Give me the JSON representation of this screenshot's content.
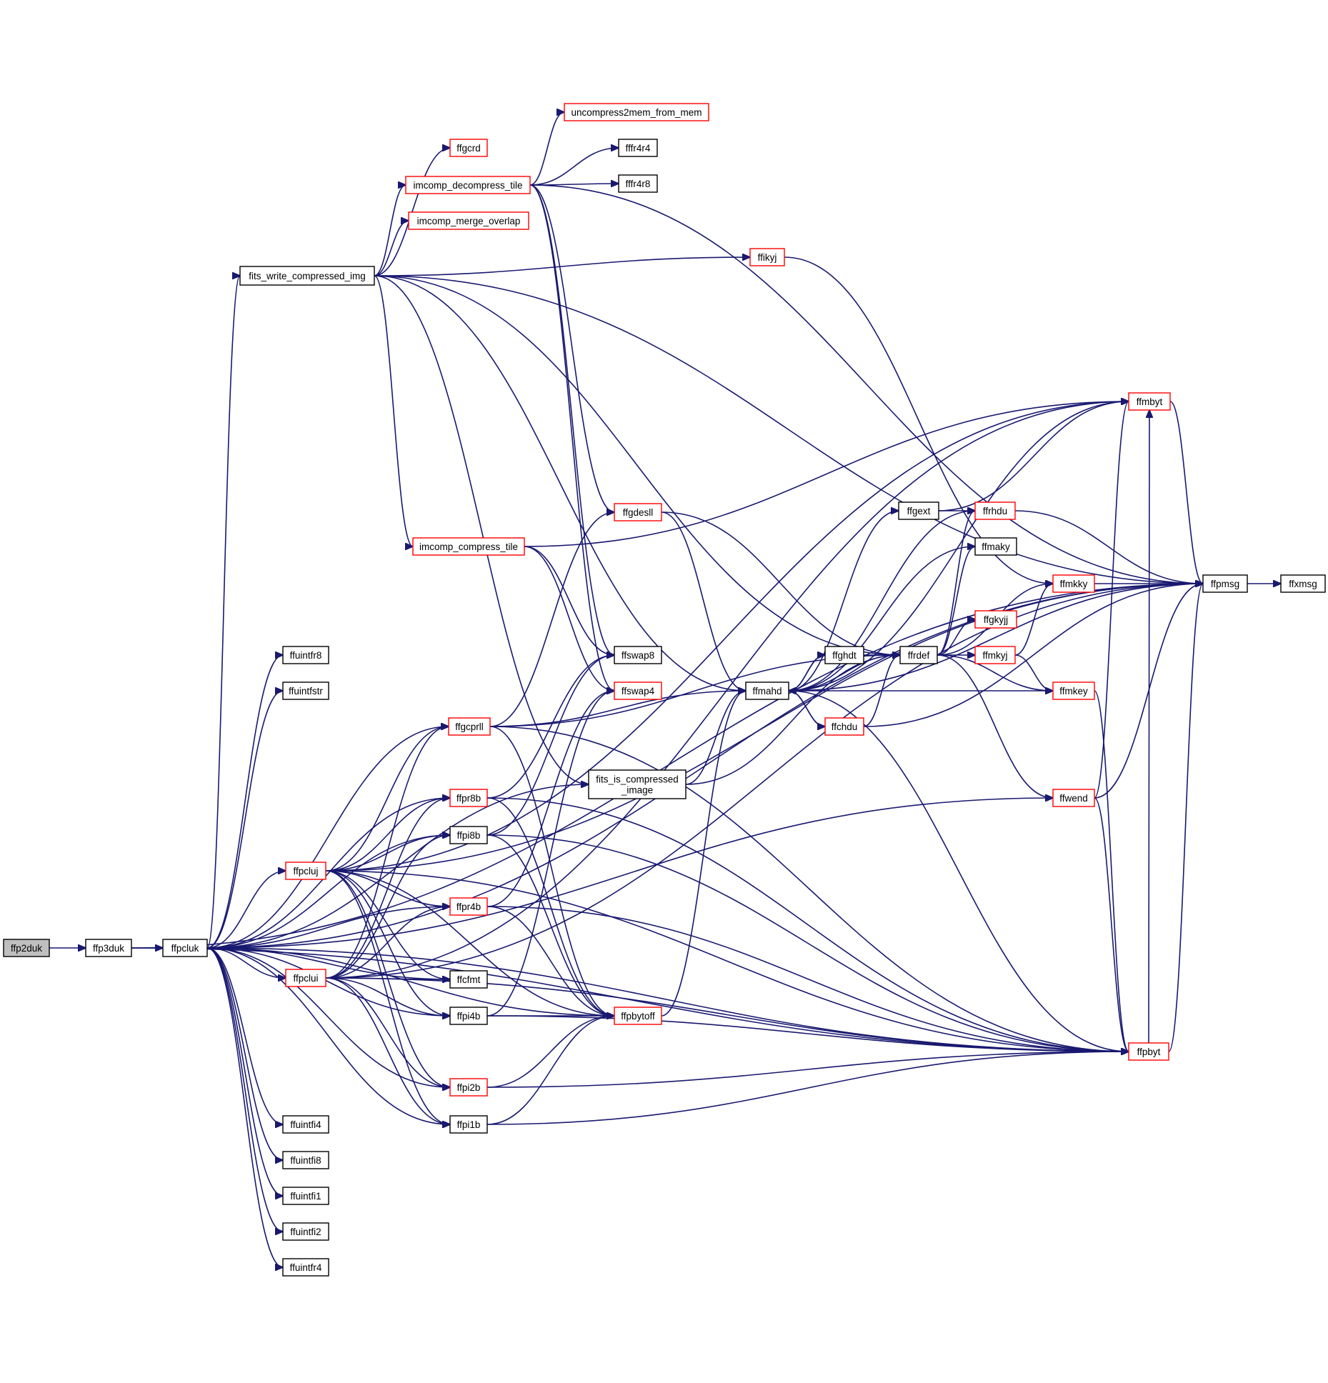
{
  "colors": {
    "edge": "#191970",
    "border_documented": "#000000",
    "border_undocumented": "#ff0000",
    "root_fill": "#bfbfbf",
    "node_fill": "#ffffff"
  },
  "root": "ffp2duk",
  "nodes": [
    {
      "id": "ffp2duk",
      "label": "ffp2duk",
      "border": "black",
      "root": true
    },
    {
      "id": "ffp3duk",
      "label": "ffp3duk",
      "border": "black"
    },
    {
      "id": "ffpcluk",
      "label": "ffpcluk",
      "border": "black"
    },
    {
      "id": "fits_write_compressed_img",
      "label": "fits_write_compressed_img",
      "border": "black"
    },
    {
      "id": "ffgcrd",
      "label": "ffgcrd",
      "border": "red"
    },
    {
      "id": "imcomp_decompress_tile",
      "label": "imcomp_decompress_tile",
      "border": "red"
    },
    {
      "id": "imcomp_merge_overlap",
      "label": "imcomp_merge_overlap",
      "border": "red"
    },
    {
      "id": "uncompress2mem_from_mem",
      "label": "uncompress2mem_from_mem",
      "border": "red"
    },
    {
      "id": "fffr4r4",
      "label": "fffr4r4",
      "border": "black"
    },
    {
      "id": "fffr4r8",
      "label": "fffr4r8",
      "border": "black"
    },
    {
      "id": "ffikyj",
      "label": "ffikyj",
      "border": "red"
    },
    {
      "id": "ffmbyt",
      "label": "ffmbyt",
      "border": "red"
    },
    {
      "id": "ffgdesll",
      "label": "ffgdesll",
      "border": "red"
    },
    {
      "id": "imcomp_compress_tile",
      "label": "imcomp_compress_tile",
      "border": "red"
    },
    {
      "id": "ffgext",
      "label": "ffgext",
      "border": "black"
    },
    {
      "id": "ffrhdu",
      "label": "ffrhdu",
      "border": "red"
    },
    {
      "id": "ffmaky",
      "label": "ffmaky",
      "border": "black"
    },
    {
      "id": "ffmkky",
      "label": "ffmkky",
      "border": "red"
    },
    {
      "id": "ffpmsg",
      "label": "ffpmsg",
      "border": "black"
    },
    {
      "id": "ffxmsg",
      "label": "ffxmsg",
      "border": "black"
    },
    {
      "id": "ffgkyjj",
      "label": "ffgkyjj",
      "border": "red"
    },
    {
      "id": "ffuintfr8",
      "label": "ffuintfr8",
      "border": "black"
    },
    {
      "id": "ffuintfstr",
      "label": "ffuintfstr",
      "border": "black"
    },
    {
      "id": "ffswap8",
      "label": "ffswap8",
      "border": "black"
    },
    {
      "id": "ffghdt",
      "label": "ffghdt",
      "border": "black"
    },
    {
      "id": "ffrdef",
      "label": "ffrdef",
      "border": "black"
    },
    {
      "id": "ffmkyj",
      "label": "ffmkyj",
      "border": "red"
    },
    {
      "id": "ffmahd",
      "label": "ffmahd",
      "border": "black"
    },
    {
      "id": "ffswap4",
      "label": "ffswap4",
      "border": "red"
    },
    {
      "id": "ffmkey",
      "label": "ffmkey",
      "border": "red"
    },
    {
      "id": "ffgcprll",
      "label": "ffgcprll",
      "border": "red"
    },
    {
      "id": "ffchdu",
      "label": "ffchdu",
      "border": "red"
    },
    {
      "id": "fits_is_compressed_image",
      "label": [
        "fits_is_compressed",
        "_image"
      ],
      "border": "black"
    },
    {
      "id": "ffpr8b",
      "label": "ffpr8b",
      "border": "red"
    },
    {
      "id": "ffwend",
      "label": "ffwend",
      "border": "red"
    },
    {
      "id": "ffpi8b",
      "label": "ffpi8b",
      "border": "black"
    },
    {
      "id": "ffpcluj",
      "label": "ffpcluj",
      "border": "red"
    },
    {
      "id": "ffpr4b",
      "label": "ffpr4b",
      "border": "red"
    },
    {
      "id": "ffpclui",
      "label": "ffpclui",
      "border": "red"
    },
    {
      "id": "ffcfmt",
      "label": "ffcfmt",
      "border": "black"
    },
    {
      "id": "ffpi4b",
      "label": "ffpi4b",
      "border": "black"
    },
    {
      "id": "ffpbytoff",
      "label": "ffpbytoff",
      "border": "red"
    },
    {
      "id": "ffpbyt",
      "label": "ffpbyt",
      "border": "red"
    },
    {
      "id": "ffpi2b",
      "label": "ffpi2b",
      "border": "red"
    },
    {
      "id": "ffpi1b",
      "label": "ffpi1b",
      "border": "black"
    },
    {
      "id": "ffuintfi4",
      "label": "ffuintfi4",
      "border": "black"
    },
    {
      "id": "ffuintfi8",
      "label": "ffuintfi8",
      "border": "black"
    },
    {
      "id": "ffuintfi1",
      "label": "ffuintfi1",
      "border": "black"
    },
    {
      "id": "ffuintfi2",
      "label": "ffuintfi2",
      "border": "black"
    },
    {
      "id": "ffuintfr4",
      "label": "ffuintfr4",
      "border": "black"
    }
  ],
  "edges": [
    [
      "ffp2duk",
      "ffp3duk"
    ],
    [
      "ffp3duk",
      "ffpcluk"
    ],
    [
      "ffp3duk",
      "ffpmsg"
    ],
    [
      "ffp3duk",
      "ffpbyt"
    ],
    [
      "ffpcluk",
      "fits_write_compressed_img"
    ],
    [
      "ffpcluk",
      "ffpmsg"
    ],
    [
      "ffpcluk",
      "ffuintfr8"
    ],
    [
      "ffpcluk",
      "ffuintfstr"
    ],
    [
      "ffpcluk",
      "ffgcprll"
    ],
    [
      "ffpcluk",
      "ffpr8b"
    ],
    [
      "ffpcluk",
      "ffpi8b"
    ],
    [
      "ffpcluk",
      "ffpcluj"
    ],
    [
      "ffpcluk",
      "ffpr4b"
    ],
    [
      "ffpcluk",
      "ffpclui"
    ],
    [
      "ffpcluk",
      "ffcfmt"
    ],
    [
      "ffpcluk",
      "ffpi4b"
    ],
    [
      "ffpcluk",
      "ffpbytoff"
    ],
    [
      "ffpcluk",
      "ffpi2b"
    ],
    [
      "ffpcluk",
      "ffpi1b"
    ],
    [
      "ffpcluk",
      "ffuintfi4"
    ],
    [
      "ffpcluk",
      "ffuintfi8"
    ],
    [
      "ffpcluk",
      "ffuintfi1"
    ],
    [
      "ffpcluk",
      "ffuintfi2"
    ],
    [
      "ffpcluk",
      "ffuintfr4"
    ],
    [
      "ffpcluk",
      "ffpbyt"
    ],
    [
      "ffpcluk",
      "ffwend"
    ],
    [
      "ffpcluk",
      "fits_is_compressed_image"
    ],
    [
      "fits_write_compressed_img",
      "ffgcrd"
    ],
    [
      "fits_write_compressed_img",
      "imcomp_decompress_tile"
    ],
    [
      "fits_write_compressed_img",
      "imcomp_merge_overlap"
    ],
    [
      "fits_write_compressed_img",
      "ffikyj"
    ],
    [
      "fits_write_compressed_img",
      "imcomp_compress_tile"
    ],
    [
      "fits_write_compressed_img",
      "ffpmsg"
    ],
    [
      "fits_write_compressed_img",
      "ffmahd"
    ],
    [
      "fits_write_compressed_img",
      "ffrdef"
    ],
    [
      "fits_write_compressed_img",
      "fits_is_compressed_image"
    ],
    [
      "imcomp_decompress_tile",
      "uncompress2mem_from_mem"
    ],
    [
      "imcomp_decompress_tile",
      "fffr4r4"
    ],
    [
      "imcomp_decompress_tile",
      "fffr4r8"
    ],
    [
      "imcomp_decompress_tile",
      "ffgdesll"
    ],
    [
      "imcomp_decompress_tile",
      "ffswap8"
    ],
    [
      "imcomp_decompress_tile",
      "ffswap4"
    ],
    [
      "imcomp_decompress_tile",
      "ffpmsg"
    ],
    [
      "ffikyj",
      "ffmkky"
    ],
    [
      "imcomp_compress_tile",
      "ffswap8"
    ],
    [
      "imcomp_compress_tile",
      "ffswap4"
    ],
    [
      "imcomp_compress_tile",
      "ffmbyt"
    ],
    [
      "ffgdesll",
      "ffmahd"
    ],
    [
      "ffgdesll",
      "ffrdef"
    ],
    [
      "ffmahd",
      "ffgext"
    ],
    [
      "ffmahd",
      "ffrhdu"
    ],
    [
      "ffmahd",
      "ffghdt"
    ],
    [
      "ffmahd",
      "ffchdu"
    ],
    [
      "ffmahd",
      "ffmbyt"
    ],
    [
      "ffmahd",
      "ffpmsg"
    ],
    [
      "ffmahd",
      "ffpbyt"
    ],
    [
      "ffgext",
      "ffrhdu"
    ],
    [
      "ffgext",
      "ffmbyt"
    ],
    [
      "ffrhdu",
      "ffpmsg"
    ],
    [
      "ffmaky",
      "ffmahd"
    ],
    [
      "ffghdt",
      "ffmahd"
    ],
    [
      "ffghdt",
      "ffrdef"
    ],
    [
      "ffrdef",
      "ffmahd"
    ],
    [
      "ffrdef",
      "ffrhdu"
    ],
    [
      "ffrdef",
      "ffmaky"
    ],
    [
      "ffrdef",
      "ffmkky"
    ],
    [
      "ffrdef",
      "ffgkyjj"
    ],
    [
      "ffrdef",
      "ffmkyj"
    ],
    [
      "ffrdef",
      "ffmkey"
    ],
    [
      "ffrdef",
      "ffwend"
    ],
    [
      "ffmkyj",
      "ffmkky"
    ],
    [
      "ffmkyj",
      "ffmkey"
    ],
    [
      "ffmkky",
      "ffpmsg"
    ],
    [
      "ffmkey",
      "ffmahd"
    ],
    [
      "ffmkey",
      "ffpbyt"
    ],
    [
      "ffchdu",
      "ffmahd"
    ],
    [
      "ffchdu",
      "ffrdef"
    ],
    [
      "ffchdu",
      "ffpmsg"
    ],
    [
      "ffwend",
      "ffmbyt"
    ],
    [
      "ffwend",
      "ffpmsg"
    ],
    [
      "ffwend",
      "ffpbyt"
    ],
    [
      "ffmbyt",
      "ffpmsg"
    ],
    [
      "ffpmsg",
      "ffxmsg"
    ],
    [
      "ffpbyt",
      "ffpmsg"
    ],
    [
      "ffpbyt",
      "ffmbyt"
    ],
    [
      "ffgcprll",
      "ffmahd"
    ],
    [
      "ffgcprll",
      "ffrdef"
    ],
    [
      "ffgcprll",
      "ffgdesll"
    ],
    [
      "ffgcprll",
      "ffpbytoff"
    ],
    [
      "ffgcprll",
      "ffpbyt"
    ],
    [
      "fits_is_compressed_image",
      "ffmahd"
    ],
    [
      "fits_is_compressed_image",
      "ffrdef"
    ],
    [
      "ffpr8b",
      "ffswap8"
    ],
    [
      "ffpr8b",
      "ffpbytoff"
    ],
    [
      "ffpr8b",
      "ffpbyt"
    ],
    [
      "ffpi8b",
      "ffswap8"
    ],
    [
      "ffpi8b",
      "ffpbytoff"
    ],
    [
      "ffpi8b",
      "ffpbyt"
    ],
    [
      "ffpr4b",
      "ffswap4"
    ],
    [
      "ffpr4b",
      "ffpbytoff"
    ],
    [
      "ffpr4b",
      "ffpbyt"
    ],
    [
      "ffpi4b",
      "ffswap4"
    ],
    [
      "ffpi4b",
      "ffpbytoff"
    ],
    [
      "ffpi4b",
      "ffpbyt"
    ],
    [
      "ffpi2b",
      "ffpbytoff"
    ],
    [
      "ffpi2b",
      "ffpbyt"
    ],
    [
      "ffpi1b",
      "ffpbytoff"
    ],
    [
      "ffpi1b",
      "ffpbyt"
    ],
    [
      "ffpbytoff",
      "ffmahd"
    ],
    [
      "ffpcluj",
      "ffgcprll"
    ],
    [
      "ffpcluj",
      "ffpr8b"
    ],
    [
      "ffpcluj",
      "ffpi8b"
    ],
    [
      "ffpcluj",
      "ffpr4b"
    ],
    [
      "ffpcluj",
      "ffcfmt"
    ],
    [
      "ffpcluj",
      "ffpi4b"
    ],
    [
      "ffpcluj",
      "ffpbytoff"
    ],
    [
      "ffpcluj",
      "ffpi2b"
    ],
    [
      "ffpcluj",
      "ffpi1b"
    ],
    [
      "ffpcluj",
      "ffmbyt"
    ],
    [
      "ffpcluj",
      "ffpmsg"
    ],
    [
      "ffpcluj",
      "ffpbyt"
    ],
    [
      "ffpclui",
      "ffgcprll"
    ],
    [
      "ffpclui",
      "ffpr8b"
    ],
    [
      "ffpclui",
      "ffpi8b"
    ],
    [
      "ffpclui",
      "ffpr4b"
    ],
    [
      "ffpclui",
      "ffcfmt"
    ],
    [
      "ffpclui",
      "ffpi4b"
    ],
    [
      "ffpclui",
      "ffpi2b"
    ],
    [
      "ffpclui",
      "ffpi1b"
    ],
    [
      "ffpclui",
      "ffmbyt"
    ],
    [
      "ffpclui",
      "ffpmsg"
    ],
    [
      "ffpclui",
      "ffpbyt"
    ]
  ]
}
